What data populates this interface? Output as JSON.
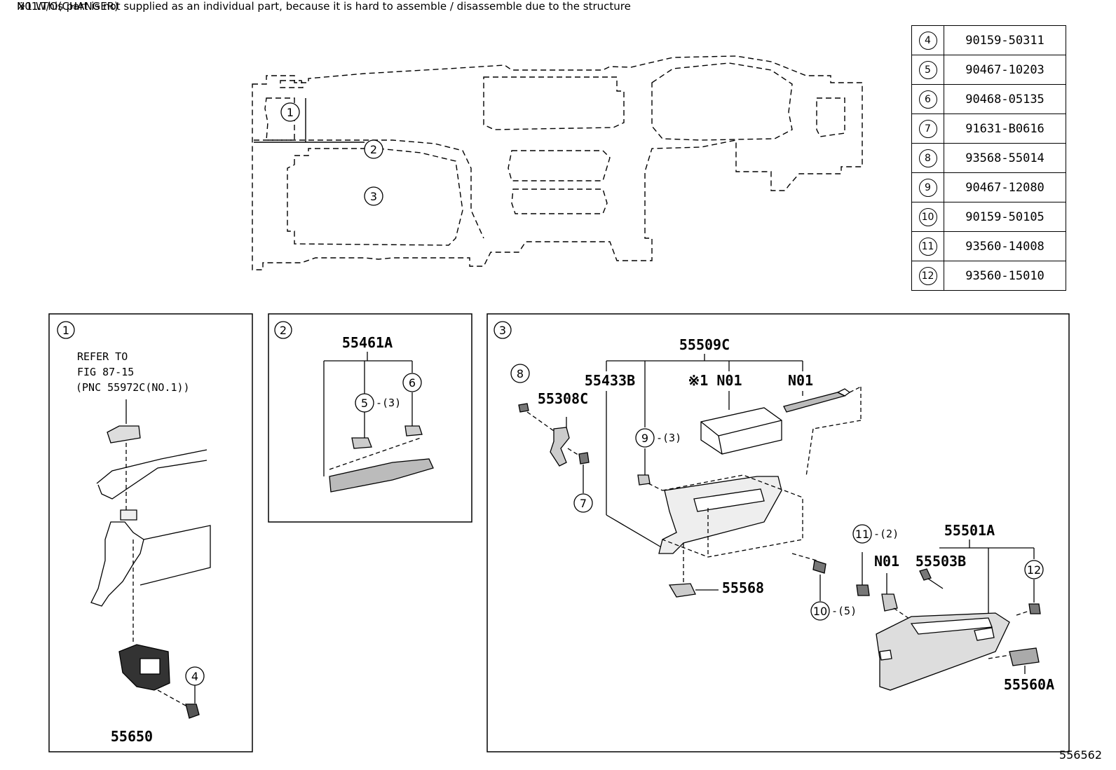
{
  "notes": {
    "n01": "N01:This part is not supplied as an individual part, because it is hard to assemble / disassemble due to the structure",
    "w_o": "※1 W/O(CHANGER)"
  },
  "parts_table": [
    {
      "ref": "4",
      "part_no": "90159-50311"
    },
    {
      "ref": "5",
      "part_no": "90467-10203"
    },
    {
      "ref": "6",
      "part_no": "90468-05135"
    },
    {
      "ref": "7",
      "part_no": "91631-B0616"
    },
    {
      "ref": "8",
      "part_no": "93568-55014"
    },
    {
      "ref": "9",
      "part_no": "90467-12080"
    },
    {
      "ref": "10",
      "part_no": "90159-50105"
    },
    {
      "ref": "11",
      "part_no": "93560-14008"
    },
    {
      "ref": "12",
      "part_no": "93560-15010"
    }
  ],
  "overview": {
    "callouts": [
      "1",
      "2",
      "3"
    ]
  },
  "panel1": {
    "index": "1",
    "refer_line1": "REFER TO",
    "refer_line2": "FIG 87-15",
    "refer_line3": "(PNC 55972C(NO.1))",
    "screw_ref": "4",
    "part_label": "55650"
  },
  "panel2": {
    "index": "2",
    "part_label": "55461A",
    "ref5": "5",
    "qty5": "-(3)",
    "ref6": "6"
  },
  "panel3": {
    "index": "3",
    "label_55509c": "55509C",
    "label_55433b": "55433B",
    "label_w_o": "※1 N01",
    "label_n01_right": "N01",
    "label_55308c": "55308C",
    "ref8": "8",
    "ref7": "7",
    "ref9": "9",
    "qty9": "-(3)",
    "label_55568": "55568",
    "ref10": "10",
    "qty10": "-(5)",
    "ref11": "11",
    "qty11": "-(2)",
    "label_55501a": "55501A",
    "label_n01_lower": "N01",
    "label_55503b": "55503B",
    "ref12": "12",
    "label_55560a": "55560A"
  },
  "page_number": "556562"
}
